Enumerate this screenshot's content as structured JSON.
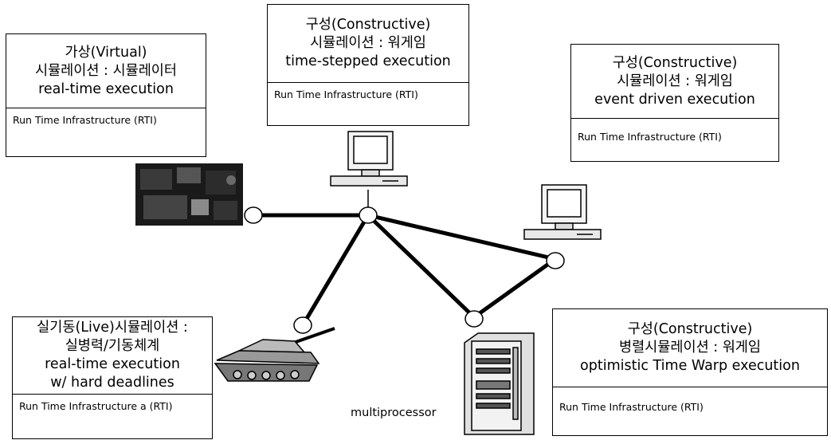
{
  "boxes": {
    "virtual": {
      "lines": [
        "가상(Virtual)",
        "시뮬레이션 : 시뮬레이터",
        "real-time execution"
      ],
      "rti": "Run Time Infrastructure (RTI)"
    },
    "time_stepped": {
      "lines": [
        "구성(Constructive)",
        "시뮬레이션 : 워게임",
        "time-stepped execution"
      ],
      "rti": "Run Time Infrastructure (RTI)"
    },
    "event_driven": {
      "lines": [
        "구성(Constructive)",
        "시뮬레이션 : 워게임",
        "event driven execution"
      ],
      "rti": "Run Time Infrastructure (RTI)"
    },
    "live": {
      "lines": [
        "실기동(Live)시뮬레이션 :",
        "실병력/기동체계",
        "real-time execution",
        "w/ hard deadlines"
      ],
      "rti": "Run Time Infrastructure a (RTI)"
    },
    "parallel": {
      "lines": [
        "구성(Constructive)",
        "병렬시뮬레이션 : 워게임",
        "optimistic Time Warp execution"
      ],
      "rti": "Run Time Infrastructure (RTI)"
    }
  },
  "labels": {
    "multiprocessor": "multiprocessor"
  },
  "icons": [
    "simulator-photo-icon",
    "desktop-computer-icon",
    "desktop-computer-icon",
    "tank-icon",
    "server-tower-icon"
  ]
}
